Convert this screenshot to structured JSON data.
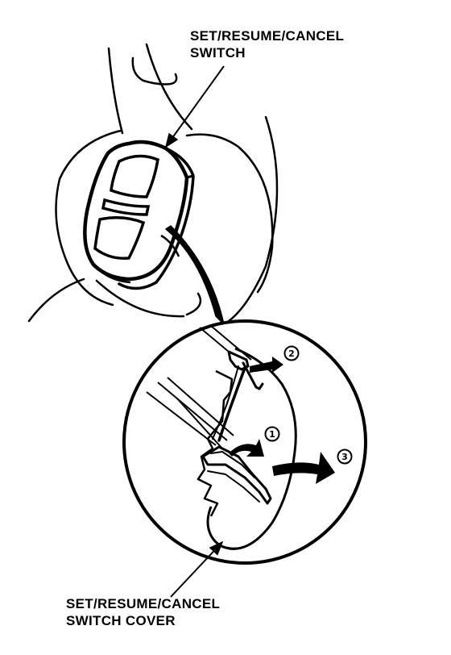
{
  "labels": {
    "switch": [
      "SET/RESUME/CANCEL",
      "SWITCH"
    ],
    "cover": [
      "SET/RESUME/CANCEL",
      "SWITCH COVER"
    ]
  },
  "steps": [
    "1",
    "2",
    "3"
  ],
  "colors": {
    "ink": "#000000",
    "paper": "#ffffff"
  },
  "icons": [
    "arrow-step-1",
    "arrow-step-2",
    "arrow-step-3",
    "leader-arrow"
  ]
}
